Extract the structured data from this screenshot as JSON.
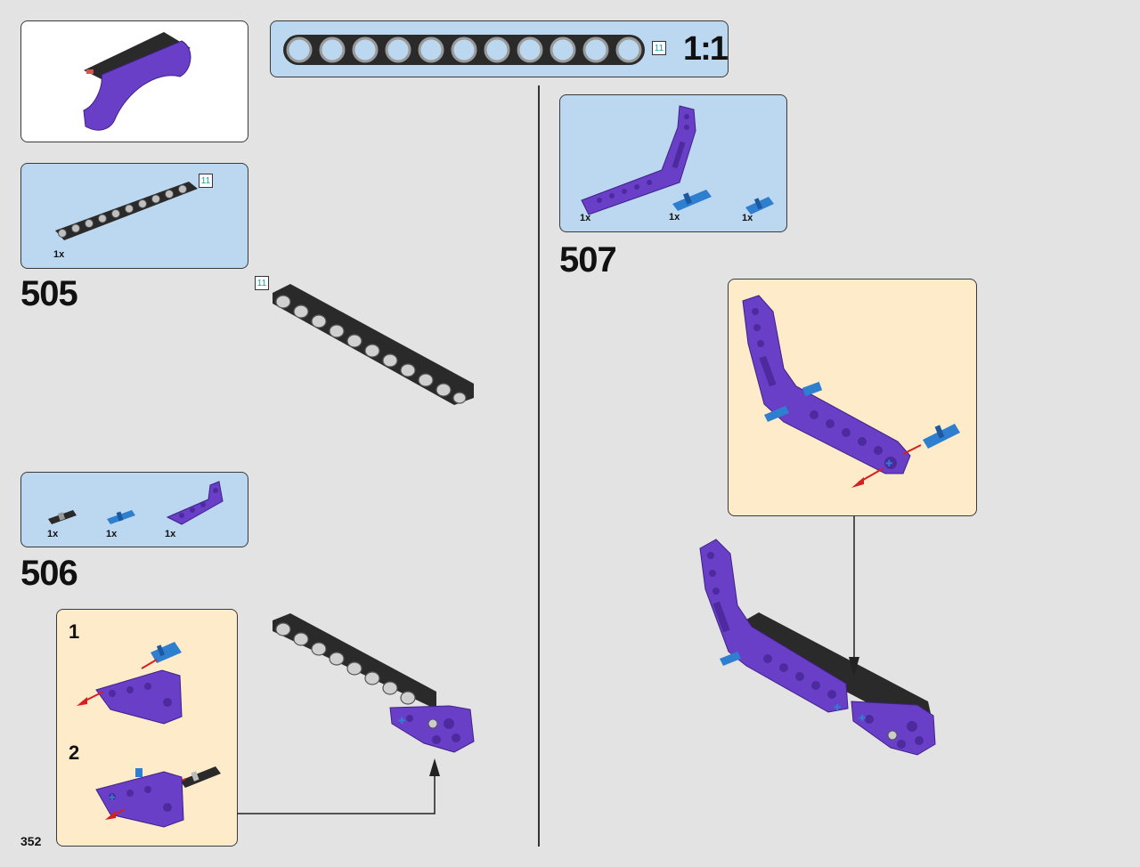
{
  "page": {
    "number": "352"
  },
  "scale_ruler": {
    "length_tag": "11",
    "label": "1:1"
  },
  "steps": [
    {
      "number": "505",
      "parts": [
        {
          "qty": "1x",
          "icon": "beam-11-black-icon",
          "length_tag": "11"
        }
      ],
      "length_tag_assembly": "11"
    },
    {
      "number": "506",
      "parts": [
        {
          "qty": "1x",
          "icon": "axle-pin-black-icon"
        },
        {
          "qty": "1x",
          "icon": "pin-blue-icon"
        },
        {
          "qty": "1x",
          "icon": "l-beam-purple-icon"
        }
      ],
      "substeps": [
        "1",
        "2"
      ]
    },
    {
      "number": "507",
      "parts": [
        {
          "qty": "1x",
          "icon": "bent-beam-purple-icon"
        },
        {
          "qty": "1x",
          "icon": "axle-pin-blue-icon"
        },
        {
          "qty": "1x",
          "icon": "pin-blue-icon"
        }
      ]
    }
  ],
  "colors": {
    "purple": "#6a3fc8",
    "black_beam": "#2a2a2a",
    "blue_pin": "#2f7fd0",
    "arrow_red": "#d42020",
    "callout_blue": "#bcd8f1",
    "callout_cream": "#fdebc9"
  }
}
